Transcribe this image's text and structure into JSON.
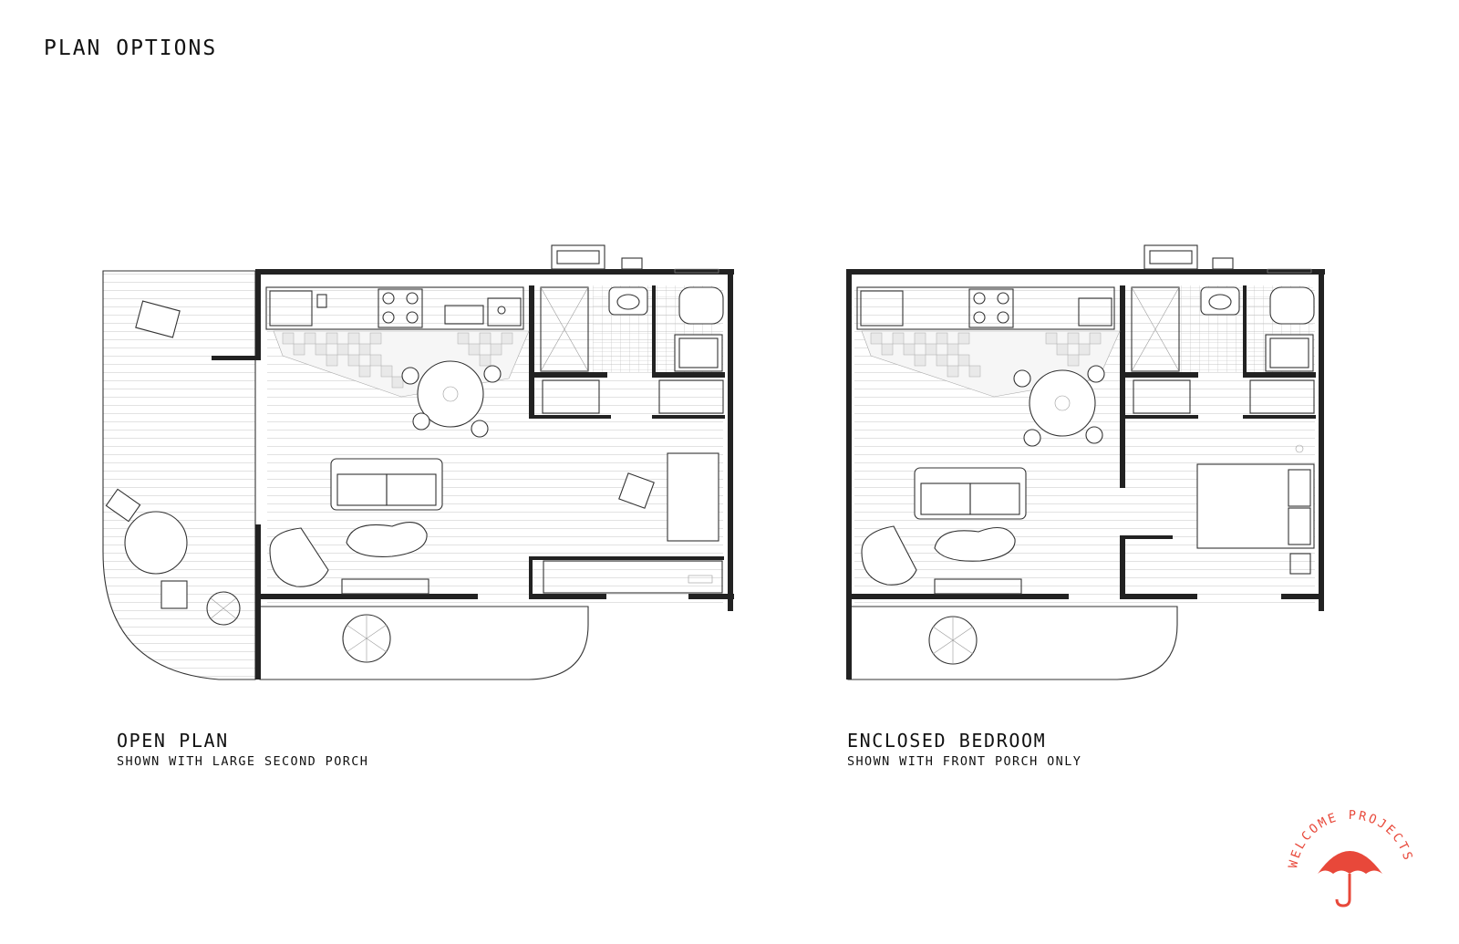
{
  "page": {
    "title": "PLAN OPTIONS"
  },
  "plans": [
    {
      "title": "OPEN PLAN",
      "subtitle": "SHOWN WITH LARGE SECOND PORCH"
    },
    {
      "title": "ENCLOSED BEDROOM",
      "subtitle": "SHOWN WITH FRONT PORCH ONLY"
    }
  ],
  "logo": {
    "text": "WELCOME PROJECTS",
    "color": "#e8483a",
    "icon": "umbrella-icon"
  },
  "colors": {
    "linework": "#222222",
    "background": "#ffffff"
  }
}
